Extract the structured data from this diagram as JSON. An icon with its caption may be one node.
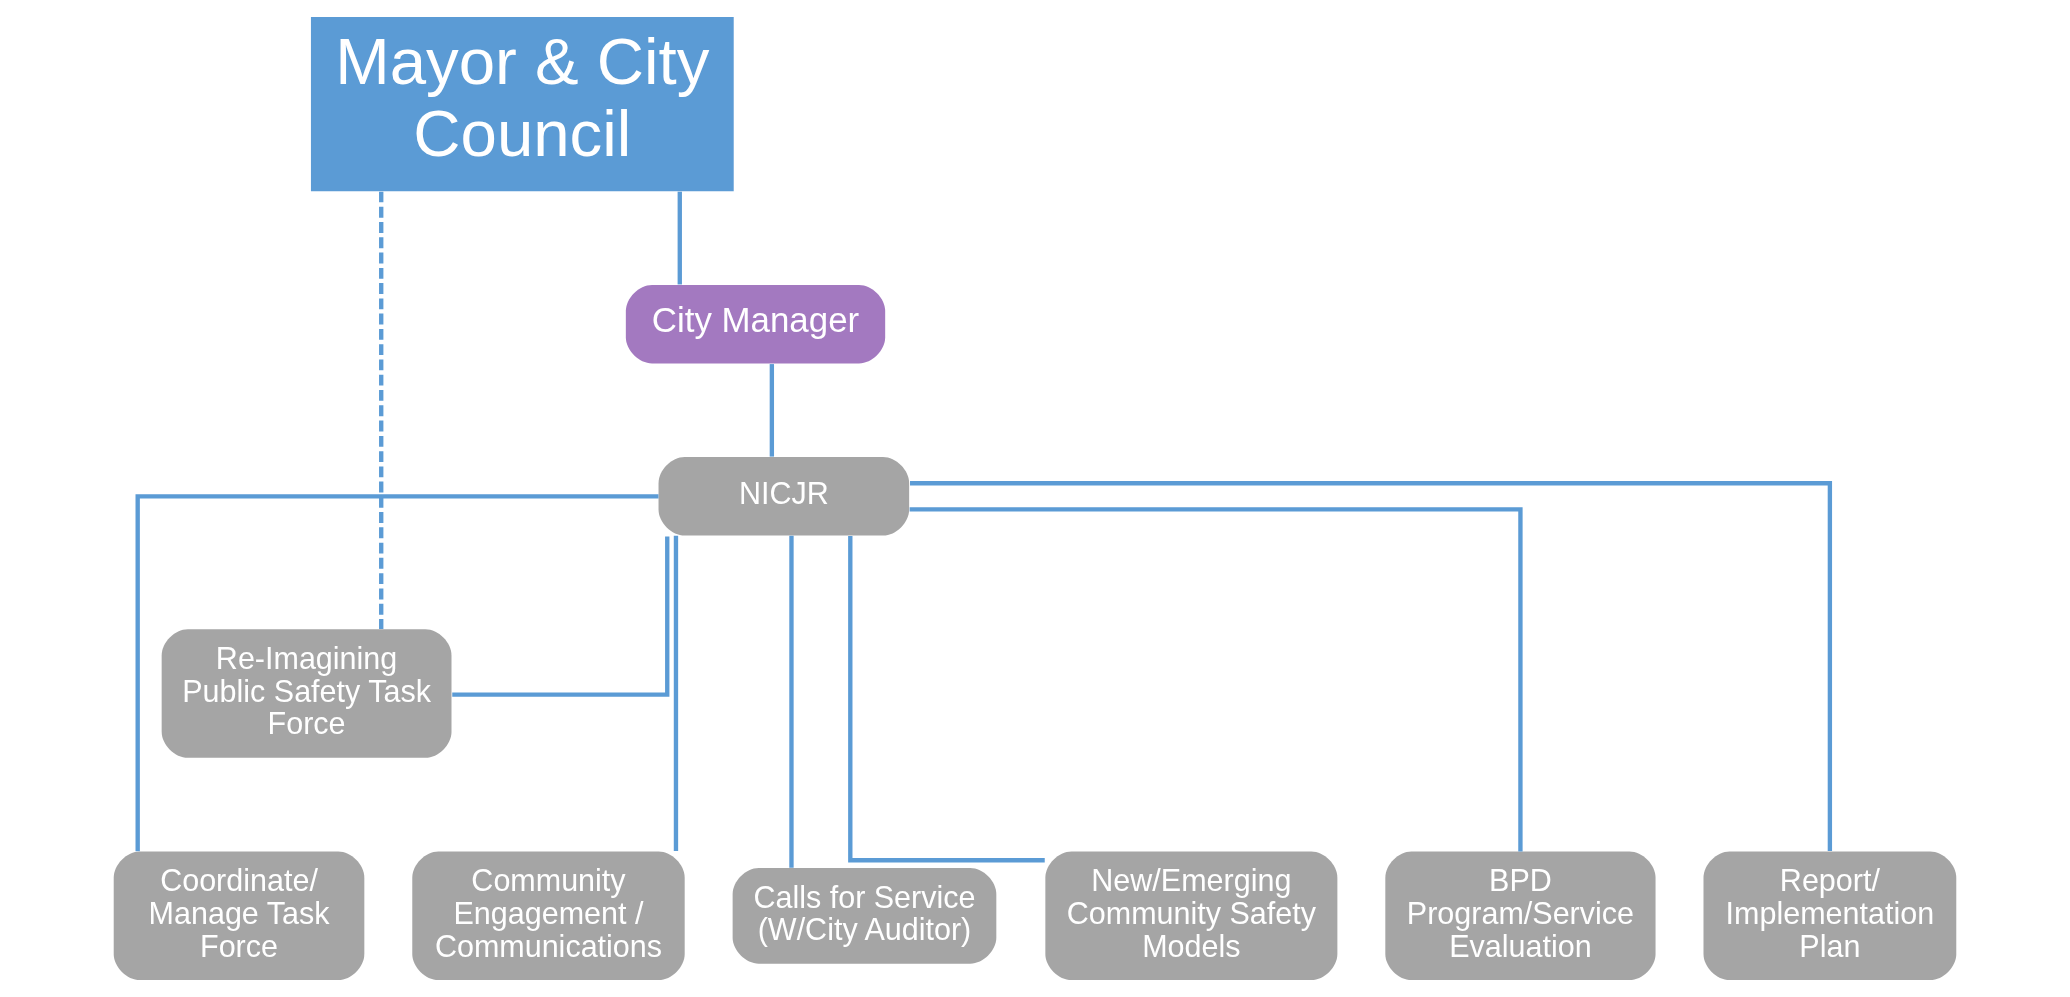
{
  "diagram": {
    "nodes": [
      {
        "text": [
          "Mayor & City Council"
        ]
      },
      {
        "text": [
          "City Manager"
        ]
      },
      {
        "text": [
          "NICJR"
        ]
      },
      {
        "text": [
          "Re-Imagining Public Safety Task Force"
        ]
      },
      {
        "text": [
          "Coordinate/ Manage Task Force"
        ]
      },
      {
        "text": [
          "Community Engagement / Communications"
        ]
      },
      {
        "text": [
          "Calls for Service (W/City Auditor)"
        ]
      },
      {
        "text": [
          "New/Emerging Community Safety Models"
        ]
      },
      {
        "text": [
          "BPD Program/Service Evaluation"
        ]
      },
      {
        "text": [
          "Report/ Implementation Plan"
        ]
      }
    ],
    "edges": [
      {
        "from": 0,
        "to": 1,
        "arrow": "none"
      },
      {
        "from": 1,
        "to": 2,
        "arrow": "none"
      },
      {
        "from": 0,
        "to": 3,
        "arrow": "none",
        "style": "dashed"
      },
      {
        "from": 2,
        "to": 3,
        "arrow": "none"
      },
      {
        "from": 2,
        "to": 4,
        "arrow": "none"
      },
      {
        "from": 2,
        "to": 5,
        "arrow": "none"
      },
      {
        "from": 2,
        "to": 6,
        "arrow": "none"
      },
      {
        "from": 2,
        "to": 7,
        "arrow": "none"
      },
      {
        "from": 2,
        "to": 8,
        "arrow": "none"
      },
      {
        "from": 2,
        "to": 9,
        "arrow": "none"
      }
    ]
  }
}
